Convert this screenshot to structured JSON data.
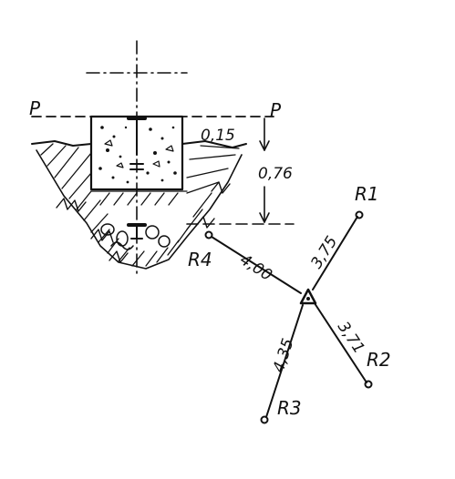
{
  "drawing": {
    "plane_left_label": "P",
    "plane_right_label": "P",
    "footing_top_dim": "0,15",
    "footing_depth_dim": "0,76"
  },
  "survey": {
    "references": [
      {
        "name": "R1",
        "distance": "3,75"
      },
      {
        "name": "R2",
        "distance": "3,71"
      },
      {
        "name": "R3",
        "distance": "4,35"
      },
      {
        "name": "R4",
        "distance": "4,00"
      }
    ]
  },
  "colors": {
    "ink": "#111111",
    "paper": "#ffffff"
  }
}
